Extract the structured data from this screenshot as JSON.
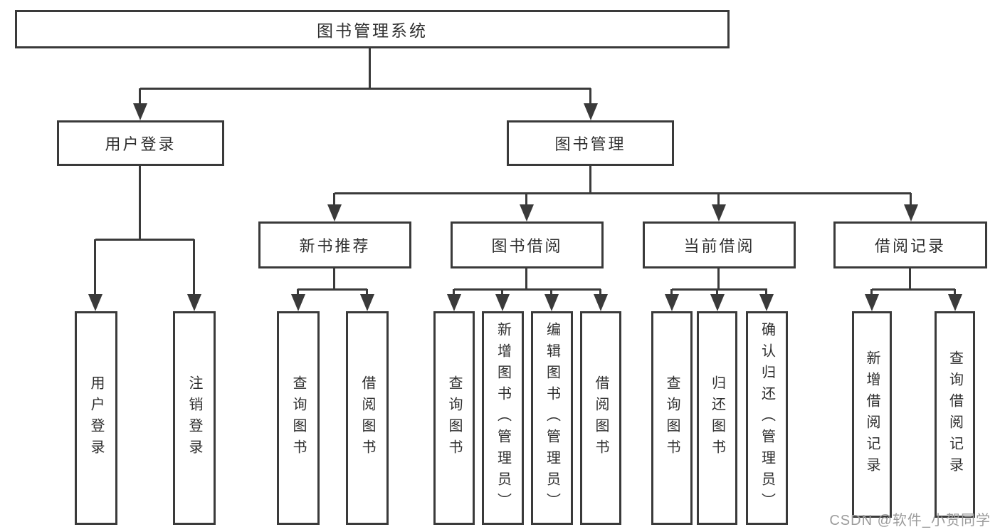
{
  "tree": {
    "label": "图书管理系统",
    "children": [
      {
        "label": "用户登录",
        "children": [
          {
            "label": "用户登录"
          },
          {
            "label": "注销登录"
          }
        ]
      },
      {
        "label": "图书管理",
        "children": [
          {
            "label": "新书推荐",
            "children": [
              {
                "label": "查询图书"
              },
              {
                "label": "借阅图书"
              }
            ]
          },
          {
            "label": "图书借阅",
            "children": [
              {
                "label": "查询图书"
              },
              {
                "label": "新增图书（管理员）"
              },
              {
                "label": "编辑图书（管理员）"
              },
              {
                "label": "借阅图书"
              }
            ]
          },
          {
            "label": "当前借阅",
            "children": [
              {
                "label": "查询图书"
              },
              {
                "label": "归还图书"
              },
              {
                "label": "确认归还（管理员）"
              }
            ]
          },
          {
            "label": "借阅记录",
            "children": [
              {
                "label": "新增借阅记录"
              },
              {
                "label": "查询借阅记录"
              }
            ]
          }
        ]
      }
    ]
  },
  "watermark": {
    "text": "CSDN @软件_小贺同学"
  },
  "colors": {
    "line": "#3a3a3a",
    "text": "#2f2f2f",
    "watermark": "#9c9c9c",
    "background": "#ffffff"
  }
}
